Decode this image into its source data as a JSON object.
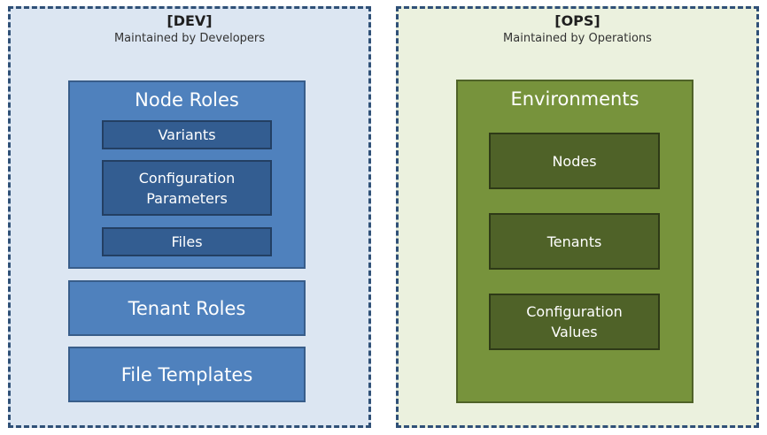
{
  "dev": {
    "title": "[DEV]",
    "subtitle": "Maintained by Developers",
    "node_roles": {
      "title": "Node Roles",
      "items": [
        "Variants",
        "Configuration\nParameters",
        "Files"
      ]
    },
    "tenant_roles": "Tenant Roles",
    "file_templates": "File Templates"
  },
  "ops": {
    "title": "[OPS]",
    "subtitle": "Maintained by Operations",
    "environments": {
      "title": "Environments",
      "items": [
        "Nodes",
        "Tenants",
        "Configuration\nValues"
      ]
    }
  },
  "colors": {
    "dev_zone_bg": "#dce6f2",
    "ops_zone_bg": "#ebf1de",
    "zone_border": "#2f5077",
    "blue": "#4f81bd",
    "blue_dark": "#335d91",
    "green": "#77933c",
    "green_dark": "#4f6228"
  }
}
